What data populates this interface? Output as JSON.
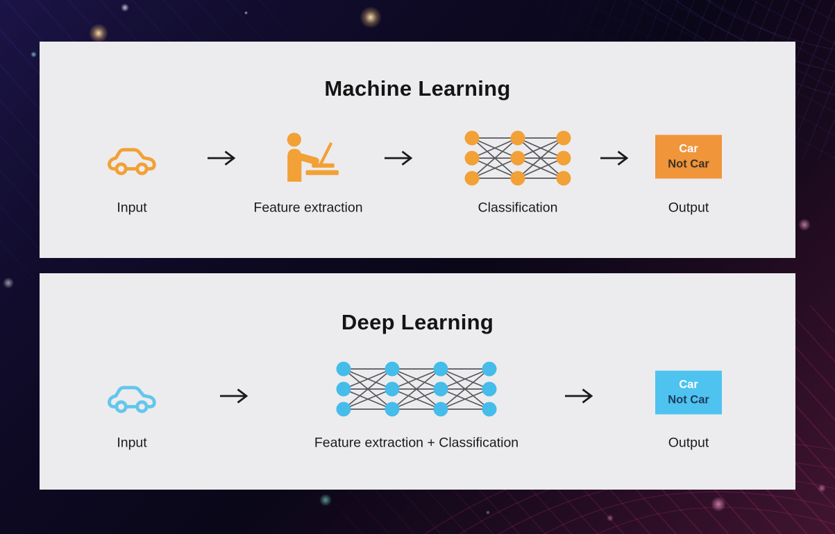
{
  "colors": {
    "ml_accent": "#F0953A",
    "ml_icon": "#F2A136",
    "dl_accent": "#4EC3F0",
    "dl_icon_stroke": "#64C6EC",
    "edge": "#56575B",
    "panel_bg": "#ECECEE",
    "arrow": "#1A1A1A",
    "text": "#1B1B1B"
  },
  "panels": [
    {
      "title": "Machine Learning",
      "labels": {
        "input": "Input",
        "feature": "Feature extraction",
        "classification": "Classification",
        "output": "Output"
      },
      "output_box": {
        "line1": "Car",
        "line2": "Not Car"
      }
    },
    {
      "title": "Deep Learning",
      "labels": {
        "input": "Input",
        "feature_classification": "Feature extraction + Classification",
        "output": "Output"
      },
      "output_box": {
        "line1": "Car",
        "line2": "Not Car"
      }
    }
  ],
  "networks": {
    "ml": {
      "layers": 3,
      "rows": 3,
      "node_color": "#F2A136",
      "edge_color": "#56575B"
    },
    "dl": {
      "layers": 4,
      "rows": 3,
      "node_color": "#45BCEA",
      "edge_color": "#56575B"
    }
  }
}
